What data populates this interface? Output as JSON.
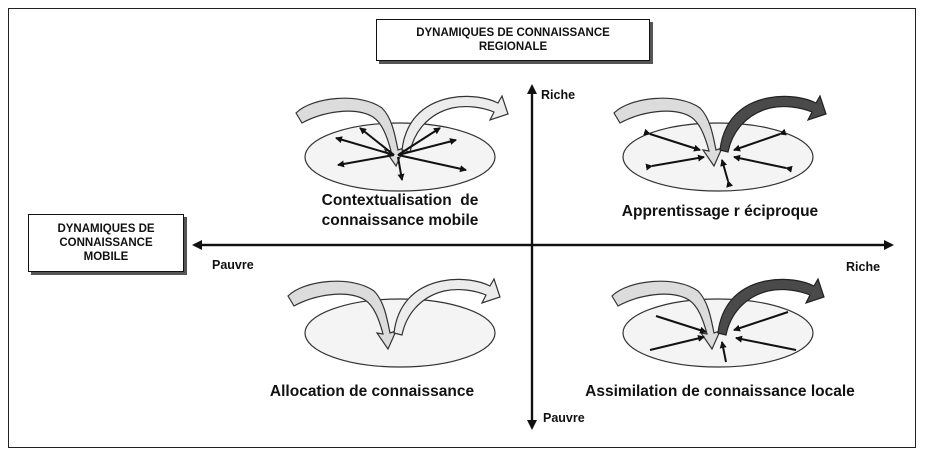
{
  "boxes": {
    "regional": [
      "DYNAMIQUES DE CONNAISSANCE",
      "REGIONALE"
    ],
    "mobile": [
      "DYNAMIQUES DE",
      "CONNAISSANCE",
      "MOBILE"
    ]
  },
  "axes": {
    "y_top": "Riche",
    "y_bottom": "Pauvre",
    "x_left": "Pauvre",
    "x_right": "Riche"
  },
  "quadrants": {
    "top_left": [
      "Contextualisation  de",
      "connaissance mobile"
    ],
    "top_right": "Apprentissage r éciproque",
    "bottom_left": "Allocation de connaissance",
    "bottom_right": "Assimilation de connaissance locale"
  },
  "colors": {
    "line": "#111111",
    "light_arrow": "#dcdcdc",
    "dark_arrow": "#4a4a4a",
    "ellipse_fill": "#f4f4f4"
  }
}
